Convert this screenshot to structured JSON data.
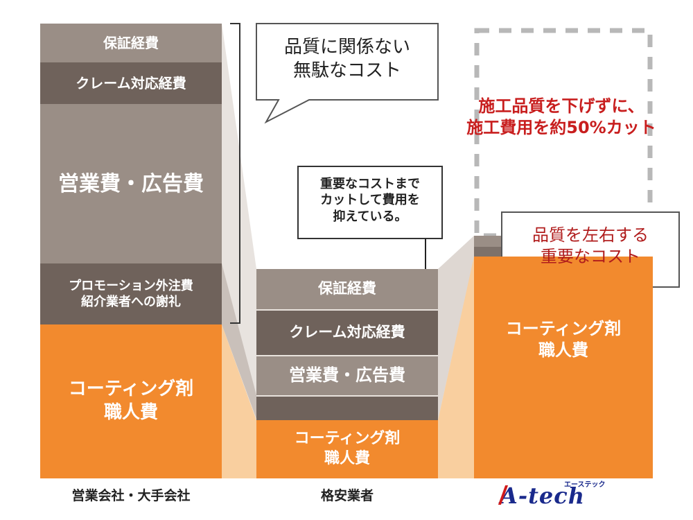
{
  "colors": {
    "cost_light": "#9a8e86",
    "cost_dark": "#6f625b",
    "labor_orange": "#f28a2e",
    "highlight_red": "#c81e1e"
  },
  "chart_data": {
    "type": "bar",
    "categories": [
      "営業会社・大手会社",
      "格安業者",
      "A-tech"
    ],
    "columns": [
      {
        "name": "営業会社・大手会社",
        "segments": [
          {
            "label": "保証経費"
          },
          {
            "label": "クレーム対応経費"
          },
          {
            "label": "営業費・広告費"
          },
          {
            "label_lines": [
              "プロモーション外注費",
              "紹介業者への謝礼"
            ]
          },
          {
            "label_lines": [
              "コーティング剤",
              "職人費"
            ]
          }
        ]
      },
      {
        "name": "格安業者",
        "segments": [
          {
            "label": "保証経費"
          },
          {
            "label": "クレーム対応経費"
          },
          {
            "label": "営業費・広告費"
          },
          {
            "label": ""
          },
          {
            "label_lines": [
              "コーティング剤",
              "職人費"
            ]
          }
        ]
      },
      {
        "name": "A-tech",
        "segments": [
          {
            "label_lines": [
              "コーティング剤",
              "職人費"
            ]
          }
        ]
      }
    ],
    "callouts": {
      "waste": [
        "品質に関係ない",
        "無駄なコスト"
      ],
      "cheap_note": [
        "重要なコストまで",
        "カットして費用を",
        "抑えている。"
      ],
      "quality_cost": [
        "品質を左右する",
        "重要なコスト"
      ],
      "headline": [
        "施工品質を下げずに、",
        "施工費用を約50%カット"
      ]
    },
    "logo": {
      "text": "A-tech",
      "ruby": "エーステック"
    }
  }
}
